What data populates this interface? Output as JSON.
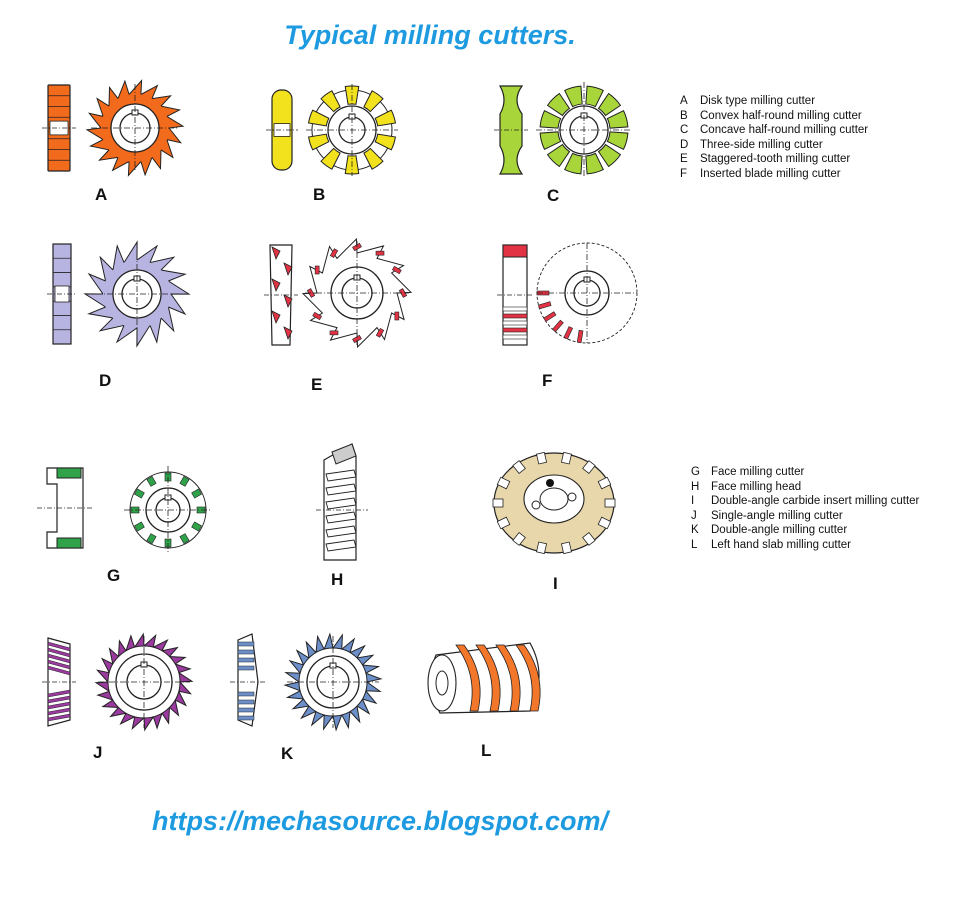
{
  "title": "Typical milling cutters.",
  "url": "https://mechasource.blogspot.com/",
  "colors": {
    "title": "#1e9be0",
    "outline": "#222222",
    "A": "#f26a1b",
    "B": "#f2e21d",
    "C": "#a8d63a",
    "D": "#b8b4e2",
    "E": "#e23344",
    "F": "#e23344",
    "G": "#2fa24a",
    "I": "#e8d7ab",
    "J": "#9b3a9e",
    "K": "#6c8fc9",
    "L": "#f2772b"
  },
  "cutters": [
    {
      "id": "A",
      "label": "A",
      "icon": "disk-cutter-icon"
    },
    {
      "id": "B",
      "label": "B",
      "icon": "convex-half-round-cutter-icon"
    },
    {
      "id": "C",
      "label": "C",
      "icon": "concave-half-round-cutter-icon"
    },
    {
      "id": "D",
      "label": "D",
      "icon": "three-side-cutter-icon"
    },
    {
      "id": "E",
      "label": "E",
      "icon": "staggered-tooth-cutter-icon"
    },
    {
      "id": "F",
      "label": "F",
      "icon": "inserted-blade-cutter-icon"
    },
    {
      "id": "G",
      "label": "G",
      "icon": "face-milling-cutter-icon"
    },
    {
      "id": "H",
      "label": "H",
      "icon": "face-milling-head-icon"
    },
    {
      "id": "I",
      "label": "I",
      "icon": "double-angle-carbide-cutter-icon"
    },
    {
      "id": "J",
      "label": "J",
      "icon": "single-angle-cutter-icon"
    },
    {
      "id": "K",
      "label": "K",
      "icon": "double-angle-cutter-icon"
    },
    {
      "id": "L",
      "label": "L",
      "icon": "left-hand-slab-cutter-icon"
    }
  ],
  "legend_top": [
    {
      "key": "A",
      "text": "Disk type milling cutter"
    },
    {
      "key": "B",
      "text": "Convex half-round milling cutter"
    },
    {
      "key": "C",
      "text": "Concave half-round milling cutter"
    },
    {
      "key": "D",
      "text": "Three-side milling cutter"
    },
    {
      "key": "E",
      "text": "Staggered-tooth milling cutter"
    },
    {
      "key": "F",
      "text": "Inserted blade milling cutter"
    }
  ],
  "legend_bottom": [
    {
      "key": "G",
      "text": "Face milling cutter"
    },
    {
      "key": "H",
      "text": "Face milling head"
    },
    {
      "key": "I",
      "text": "Double-angle carbide insert milling cutter"
    },
    {
      "key": "J",
      "text": "Single-angle milling cutter"
    },
    {
      "key": "K",
      "text": "Double-angle milling cutter"
    },
    {
      "key": "L",
      "text": "Left hand slab milling cutter"
    }
  ]
}
